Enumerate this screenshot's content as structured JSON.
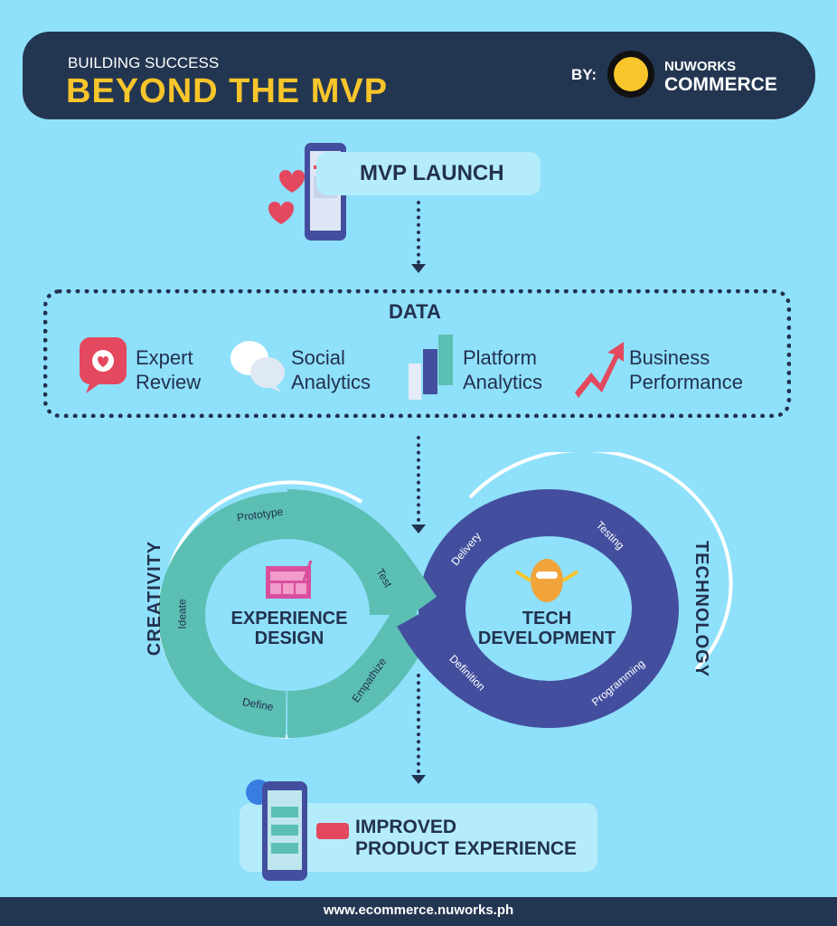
{
  "header": {
    "subtitle": "BUILDING SUCCESS",
    "title": "BEYOND THE MVP",
    "by": "BY:",
    "brand_line1": "NUWORKS",
    "brand_line2": "COMMERCE"
  },
  "mvp": {
    "label": "MVP LAUNCH"
  },
  "data": {
    "title": "DATA",
    "items": [
      {
        "line1": "Expert",
        "line2": "Review",
        "icon": "chat-heart-icon"
      },
      {
        "line1": "Social",
        "line2": "Analytics",
        "icon": "speech-bubbles-icon"
      },
      {
        "line1": "Platform",
        "line2": "Analytics",
        "icon": "bar-chart-icon"
      },
      {
        "line1": "Business",
        "line2": "Performance",
        "icon": "trend-arrow-icon"
      }
    ]
  },
  "loop": {
    "left": {
      "title1": "EXPERIENCE",
      "title2": "DESIGN",
      "side": "CREATIVITY",
      "steps": [
        "Prototype",
        "Test",
        "Empathize",
        "Define",
        "Ideate"
      ]
    },
    "right": {
      "title1": "TECH",
      "title2": "DEVELOPMENT",
      "side": "TECHNOLOGY",
      "steps": [
        "Delivery",
        "Testing",
        "Programming",
        "Definition"
      ]
    }
  },
  "result": {
    "line1": "IMPROVED",
    "line2": "PRODUCT EXPERIENCE"
  },
  "footer": {
    "url": "www.ecommerce.nuworks.ph"
  },
  "colors": {
    "background": "#8fe0fa",
    "navy": "#233651",
    "yellow": "#f8c52a",
    "teal": "#5bbfb4",
    "indigo": "#434f9e"
  }
}
